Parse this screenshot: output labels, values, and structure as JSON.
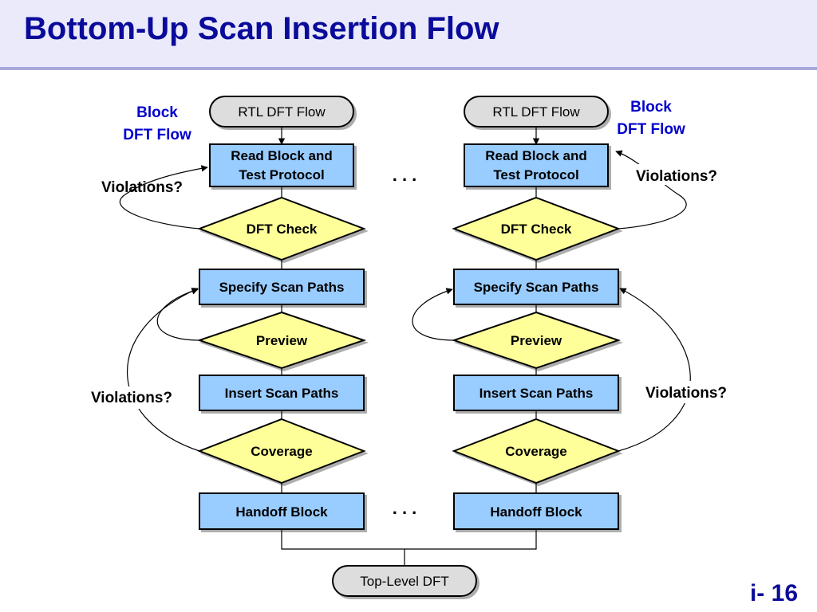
{
  "title": "Bottom-Up Scan Insertion Flow",
  "page_number": "i- 16",
  "colors": {
    "title": "#0a0a9b",
    "box_fill": "#99ccff",
    "diamond_fill": "#ffff99",
    "terminal_fill": "#dddddd",
    "label_blue": "#0000cc"
  },
  "left_flow": {
    "block_label_line1": "Block",
    "block_label_line2": "DFT Flow",
    "rtl": "RTL DFT Flow",
    "read_line1": "Read Block and",
    "read_line2": "Test Protocol",
    "dft_check": "DFT Check",
    "specify": "Specify Scan Paths",
    "preview": "Preview",
    "insert": "Insert Scan Paths",
    "coverage": "Coverage",
    "handoff": "Handoff Block",
    "violations_top": "Violations?",
    "violations_bottom": "Violations?"
  },
  "right_flow": {
    "block_label_line1": "Block",
    "block_label_line2": "DFT Flow",
    "rtl": "RTL DFT Flow",
    "read_line1": "Read Block and",
    "read_line2": "Test Protocol",
    "dft_check": "DFT Check",
    "specify": "Specify Scan Paths",
    "preview": "Preview",
    "insert": "Insert Scan Paths",
    "coverage": "Coverage",
    "handoff": "Handoff Block",
    "violations_top": "Violations?",
    "violations_bottom": "Violations?"
  },
  "ellipsis_top": ". . .",
  "ellipsis_bottom": ". . .",
  "top_level": "Top-Level DFT"
}
